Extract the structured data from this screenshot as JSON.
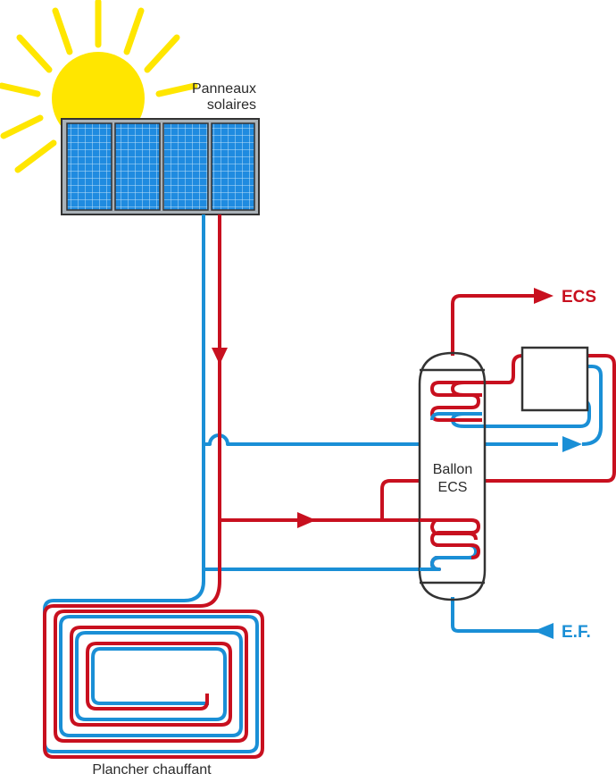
{
  "labels": {
    "panels_line1": "Panneaux",
    "panels_line2": "solaires",
    "tank_line1": "Ballon",
    "tank_line2": "ECS",
    "hot_water_out": "ECS",
    "cold_water_in": "E.F.",
    "floor_heating": "Plancher chauffant"
  },
  "colors": {
    "hot": "#c8101f",
    "cold": "#1a8fd6",
    "sun": "#ffe600",
    "panel_cell": "#1f8be0",
    "outline": "#333333"
  }
}
